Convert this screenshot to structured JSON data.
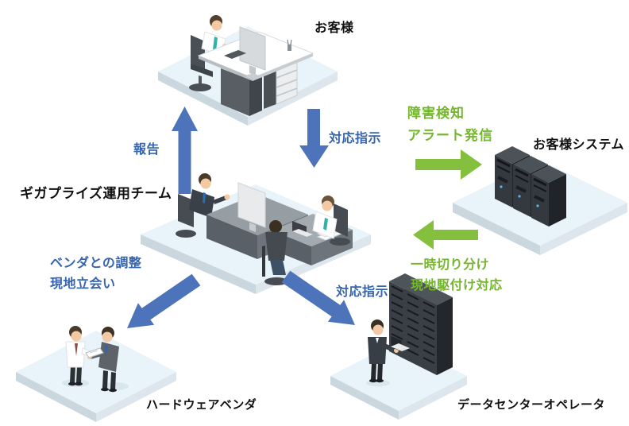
{
  "page": {
    "background": "#ffffff"
  },
  "colors": {
    "arrow_blue": "#4d73ba",
    "arrow_green": "#85bf3e",
    "text_blue": "#3765ad",
    "text_green": "#74b62e",
    "text_black": "#111111",
    "platform_top": "#e8f3fa",
    "platform_side_left": "#cbd7de",
    "platform_side_right": "#dce6ec"
  },
  "nodes": {
    "customer": {
      "label": "お客様",
      "illustration": "person-working-at-desk"
    },
    "ops_team": {
      "label": "ギガプライズ運用チーム",
      "illustration": "three-people-at-office-desks"
    },
    "customer_system": {
      "label": "お客様システム",
      "illustration": "three-server-towers"
    },
    "hardware_vendor": {
      "label": "ハードウェアベンダ",
      "illustration": "two-people-exchanging-documents"
    },
    "dc_operator": {
      "label": "データセンターオペレータ",
      "illustration": "operator-with-laptop-at-server-racks"
    }
  },
  "flows": {
    "report": {
      "label": "報告",
      "direction": "up"
    },
    "response_instruction": {
      "label": "対応指示",
      "direction": "down"
    },
    "fault_detection": {
      "line1": "障害検知",
      "line2": "アラート発信",
      "direction": "right"
    },
    "triage": {
      "line1": "一時切り分け",
      "line2": "現地駆付け対応",
      "direction": "left"
    },
    "vendor_coordination": {
      "line1": "ベンダとの調整",
      "line2": "現地立会い",
      "direction": "down-left"
    },
    "dc_instruction": {
      "label": "対応指示",
      "direction": "down-right"
    }
  }
}
